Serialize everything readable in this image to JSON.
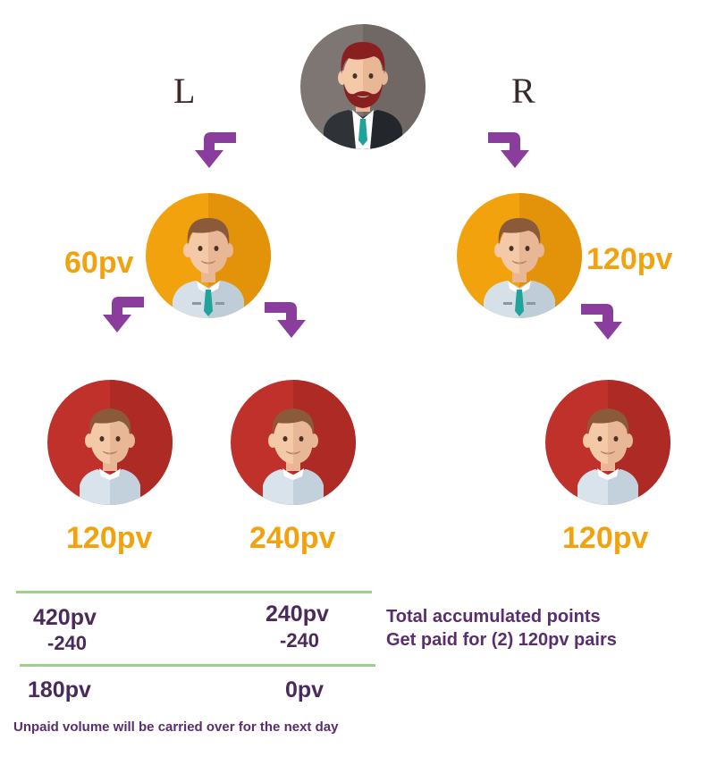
{
  "tree": {
    "left_label": "L",
    "right_label": "R",
    "left_child_pv": "60pv",
    "right_child_pv": "120pv",
    "leaf_left_left_pv": "120pv",
    "leaf_left_right_pv": "240pv",
    "leaf_right_pv": "120pv"
  },
  "calculation": {
    "left_total": "420pv",
    "left_minus": "-240",
    "right_total": "240pv",
    "right_minus": "-240",
    "left_remaining": "180pv",
    "right_remaining": "0pv"
  },
  "notes": {
    "line1": "Total accumulated points",
    "line2": "Get paid for (2) 120pv pairs",
    "footer": "Unpaid volume will be carried over for the next day"
  },
  "colors": {
    "arrow": "#8a3d9c",
    "orange": "#f2a20c",
    "red": "#c0312b",
    "gray": "#7d7672",
    "rule": "#9fd08a",
    "text_purple": "#5a2d6e"
  }
}
